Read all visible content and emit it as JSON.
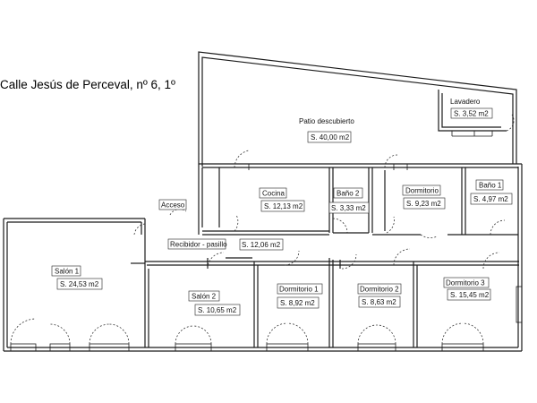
{
  "title": "Calle Jesús de Perceval, nº 6, 1º",
  "rooms": [
    {
      "id": "lavadero",
      "name": "Lavadero",
      "surface": "S. 3,52 m2"
    },
    {
      "id": "patio",
      "name": "Patio descubierto",
      "surface": "S. 40,00 m2"
    },
    {
      "id": "cocina",
      "name": "Cocina",
      "surface": "S. 12,13 m2"
    },
    {
      "id": "bano2",
      "name": "Baño 2",
      "surface": "S. 3,33 m2"
    },
    {
      "id": "dormitorio",
      "name": "Dormitorio",
      "surface": "S. 9,23 m2"
    },
    {
      "id": "bano1",
      "name": "Baño 1",
      "surface": "S. 4,97 m2"
    },
    {
      "id": "recibidor",
      "name": "Recibidor - pasillo",
      "surface": "S. 12,06 m2"
    },
    {
      "id": "salon1",
      "name": "Salón 1",
      "surface": "S. 24,53 m2"
    },
    {
      "id": "salon2",
      "name": "Salón 2",
      "surface": "S. 10,65 m2"
    },
    {
      "id": "dorm1",
      "name": "Dormitorio 1",
      "surface": "S. 8,92 m2"
    },
    {
      "id": "dorm2",
      "name": "Dormitorio 2",
      "surface": "S. 8,63 m2"
    },
    {
      "id": "dorm3",
      "name": "Dormitorio 3",
      "surface": "S. 15,45 m2"
    }
  ],
  "acceso": "Acceso"
}
